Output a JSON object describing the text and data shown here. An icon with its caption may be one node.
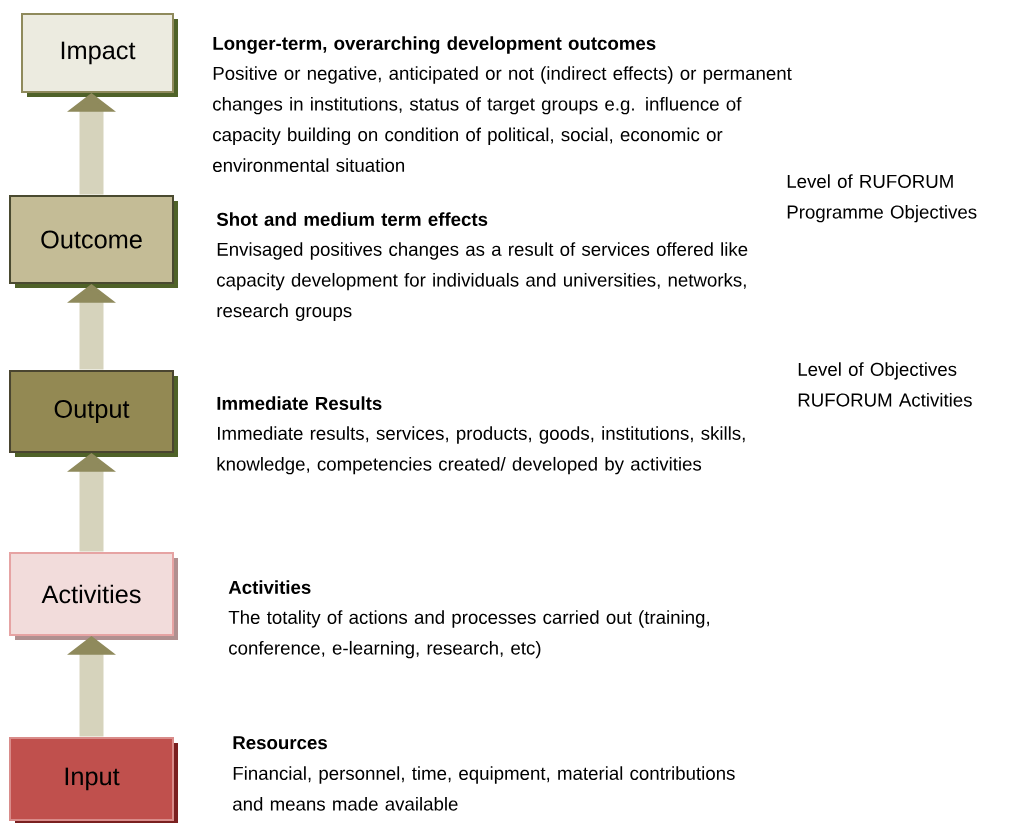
{
  "diagram": {
    "nodes": [
      {
        "text": [
          "Impact"
        ],
        "beside": [
          "Longer-term, overarching development outcomes",
          "Positive or negative, anticipated or not (indirect effects) or permanent changes in institutions, status of target groups e.g. influence of capacity building on condition of political, social, economic or environmental situation"
        ]
      },
      {
        "text": [
          "Outcome"
        ],
        "beside": [
          "Shot and medium term effects",
          "Envisaged positives changes as a result of services offered like capacity development for individuals and universities, networks, research groups"
        ]
      },
      {
        "text": [
          "Output"
        ],
        "beside": [
          "Immediate Results",
          "Immediate results, services, products, goods, institutions, skills, knowledge, competencies created/ developed by activities"
        ]
      },
      {
        "text": [
          "Activities"
        ],
        "beside": [
          "Activities",
          "The totality of actions and processes carried out (training, conference, e-learning, research, etc)"
        ]
      },
      {
        "text": [
          "Input"
        ],
        "beside": [
          "Resources",
          "Financial, personnel, time, equipment, material contributions and means made available"
        ]
      }
    ],
    "edges": [
      {
        "from": 4,
        "to": 3,
        "arrow": "to"
      },
      {
        "from": 3,
        "to": 2,
        "arrow": "to"
      },
      {
        "from": 2,
        "to": 1,
        "arrow": "to"
      },
      {
        "from": 1,
        "to": 0,
        "arrow": "to"
      }
    ],
    "labels": [
      "Level of RUFORUM Programme Objectives",
      "Level of Objectives RUFORUM Activities"
    ]
  }
}
